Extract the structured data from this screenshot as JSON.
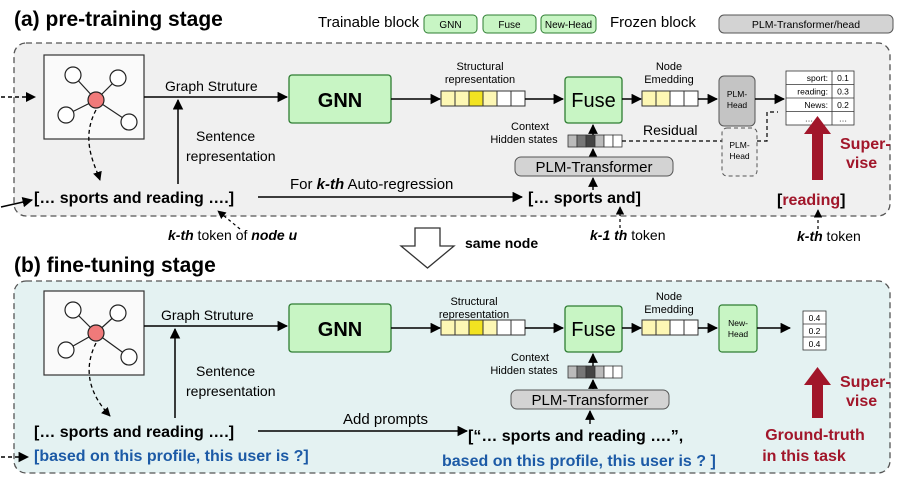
{
  "header": {
    "pretrain_title": "(a) pre-training stage",
    "finetune_title": "(b) fine-tuning stage",
    "legend": {
      "trainable_label": "Trainable block",
      "trainable_items": [
        "GNN",
        "Fuse",
        "New-Head"
      ],
      "frozen_label": "Frozen block",
      "frozen_item": "PLM-Transformer/head"
    }
  },
  "pretrain": {
    "graph_structure": "Graph Struture",
    "sentence_rep_1": "Sentence",
    "sentence_rep_2": "representation",
    "gnn": "GNN",
    "structural_1": "Structural",
    "structural_2": "representation",
    "fuse": "Fuse",
    "node_1": "Node",
    "node_2": "Emedding",
    "plm_head_1": "PLM-",
    "plm_head_2": "Head",
    "context_1": "Context",
    "context_2": "Hidden states",
    "residual": "Residual",
    "plm_transformer": "PLM-Transformer",
    "input_text": "[… sports and reading ….]",
    "auto_reg_prefix": "For ",
    "auto_reg_k": "k-th",
    "auto_reg_suffix": " Auto-regression",
    "prefix_text": "[… sports and]",
    "output_word": "reading",
    "supervise_1": "Super-",
    "supervise_2": "vise",
    "vocab_table": [
      {
        "word": "sport:",
        "prob": "0.1"
      },
      {
        "word": "reading:",
        "prob": "0.3"
      },
      {
        "word": "News:",
        "prob": "0.2"
      },
      {
        "word": "…",
        "prob": "…"
      }
    ]
  },
  "between": {
    "kth_token_a": "k-th",
    "kth_token_b": " token of ",
    "kth_token_c": "node u",
    "same_node": "same node",
    "k1_token_a": "k-1 th",
    "k1_token_b": " token",
    "kth_a": "k-th",
    "kth_b": " token",
    "open_bracket": "[",
    "close_bracket": "]"
  },
  "finetune": {
    "graph_structure": "Graph Struture",
    "sentence_rep_1": "Sentence",
    "sentence_rep_2": "representation",
    "gnn": "GNN",
    "structural_1": "Structural",
    "structural_2": "representation",
    "fuse": "Fuse",
    "node_1": "Node",
    "node_2": "Emedding",
    "new_head_1": "New-",
    "new_head_2": "Head",
    "context_1": "Context",
    "context_2": "Hidden states",
    "plm_transformer": "PLM-Transformer",
    "input_text": "[… sports and reading ….]",
    "prompt_text": "[based on this  profile, this user is ?]",
    "add_prompts": "Add prompts",
    "combined_1": "[“… sports and reading ….”,",
    "combined_2": "based on this profile, this user is ? ]",
    "ground_truth_1": "Ground-truth",
    "ground_truth_2": "in this task",
    "supervise_1": "Super-",
    "supervise_2": "vise",
    "output_values": [
      "0.4",
      "0.2",
      "0.4"
    ]
  },
  "colors": {
    "trainable_fill": "#c8f5c4",
    "trainable_stroke": "#2e7d32",
    "frozen_fill": "#d3d3d3",
    "panel_a_bg": "#f0f0f0",
    "panel_b_bg": "#e4f2f2",
    "supervise_red": "#a1162a",
    "prompt_blue": "#1c5aa6",
    "yellow_light": "#fdf7b4",
    "yellow_dark": "#f2e321"
  }
}
